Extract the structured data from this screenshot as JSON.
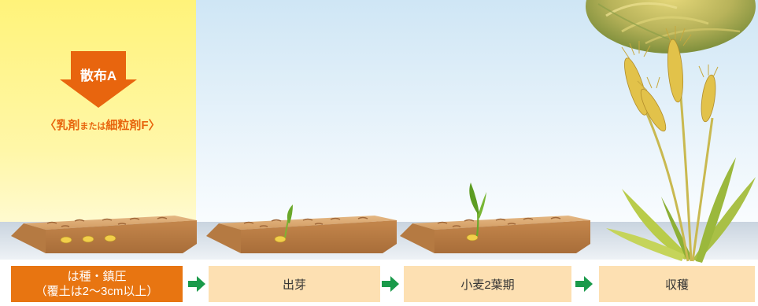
{
  "application": {
    "arrow_label": "散布A",
    "note_open": "〈",
    "note_strong1": "乳剤",
    "note_small": "または",
    "note_strong2": "細粒剤F",
    "note_close": "〉"
  },
  "steps": [
    {
      "line1": "は種・鎮圧",
      "line2": "（覆土は2～3cm以上）"
    },
    {
      "label": "出芽"
    },
    {
      "label": "小麦2葉期"
    },
    {
      "label": "収穫"
    }
  ],
  "colors": {
    "highlight": "#fff37a",
    "arrow": "#e8650e",
    "step_active": "#e87511",
    "step_other": "#fde0b2",
    "flow_arrow": "#1a9a4a"
  }
}
